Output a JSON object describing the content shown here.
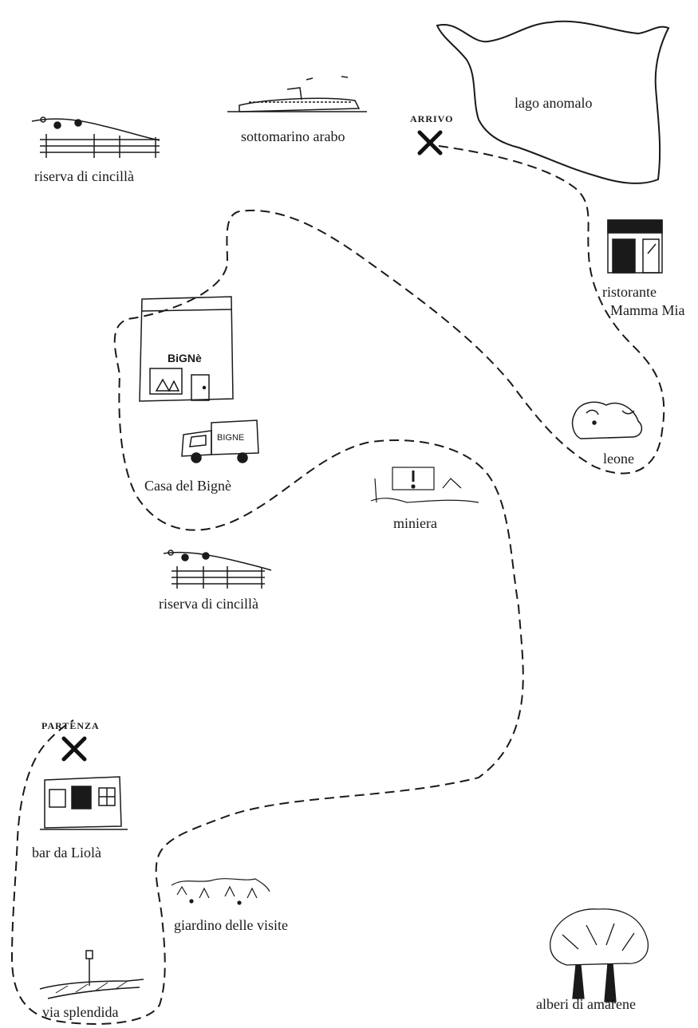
{
  "markers": {
    "start": "PARTENZA",
    "end": "ARRIVO"
  },
  "places": {
    "lake": "lago anomalo",
    "submarine": "sottomarino arabo",
    "reserve_top": "riserva di cincillà",
    "restaurant_line1": "ristorante",
    "restaurant_line2": "Mamma Mia",
    "bakery_sign": "BiGNè",
    "truck_sign": "BIGNE",
    "bakery": "Casa del Bignè",
    "lion": "leone",
    "mine": "miniera",
    "reserve_bottom": "riserva di cincillà",
    "bar": "bar da Liolà",
    "garden": "giardino delle visite",
    "street": "via splendida",
    "trees": "alberi di amarene"
  },
  "colors": {
    "ink": "#1a1a1a",
    "background": "#ffffff"
  }
}
